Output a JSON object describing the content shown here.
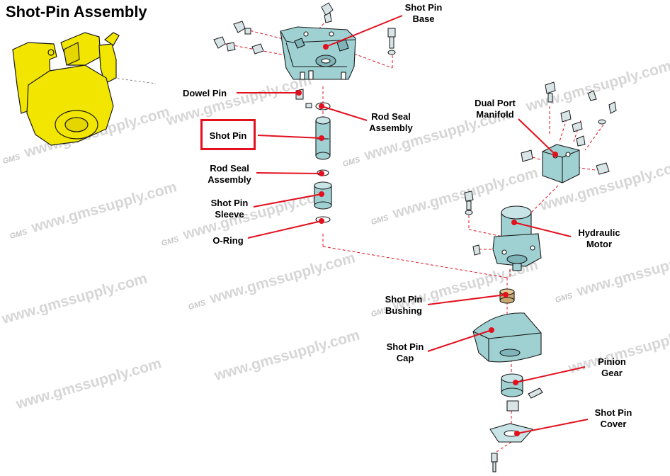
{
  "title": "Shot-Pin Assembly",
  "watermark": "www.gmssupply.com",
  "watermark_logo": "GMS",
  "labels": {
    "shot_pin_base": [
      "Shot Pin",
      "Base"
    ],
    "dowel_pin": [
      "Dowel Pin"
    ],
    "rod_seal_assembly_right": [
      "Rod Seal",
      "Assembly"
    ],
    "shot_pin": [
      "Shot Pin"
    ],
    "rod_seal_assembly_left": [
      "Rod Seal",
      "Assembly"
    ],
    "shot_pin_sleeve": [
      "Shot Pin",
      "Sleeve"
    ],
    "o_ring": [
      "O-Ring"
    ],
    "dual_port_manifold": [
      "Dual Port",
      "Manifold"
    ],
    "hydraulic_motor": [
      "Hydraulic",
      "Motor"
    ],
    "shot_pin_bushing": [
      "Shot Pin",
      "Bushing"
    ],
    "shot_pin_cap": [
      "Shot Pin",
      "Cap"
    ],
    "pinion_gear": [
      "Pinion",
      "Gear"
    ],
    "shot_pin_cover": [
      "Shot Pin",
      "Cover"
    ]
  },
  "colors": {
    "callout_line": "#e3101e",
    "callout_dot": "#e3101e",
    "highlight_box": "#e3101e",
    "part_fill": "#9fd0d2",
    "part_stroke": "#1a1a1a",
    "thumbnail_fill": "#f2e600",
    "leader_dashed": "#e3101e",
    "watermark": "#b5b5b5"
  },
  "highlighted_label": "shot_pin"
}
